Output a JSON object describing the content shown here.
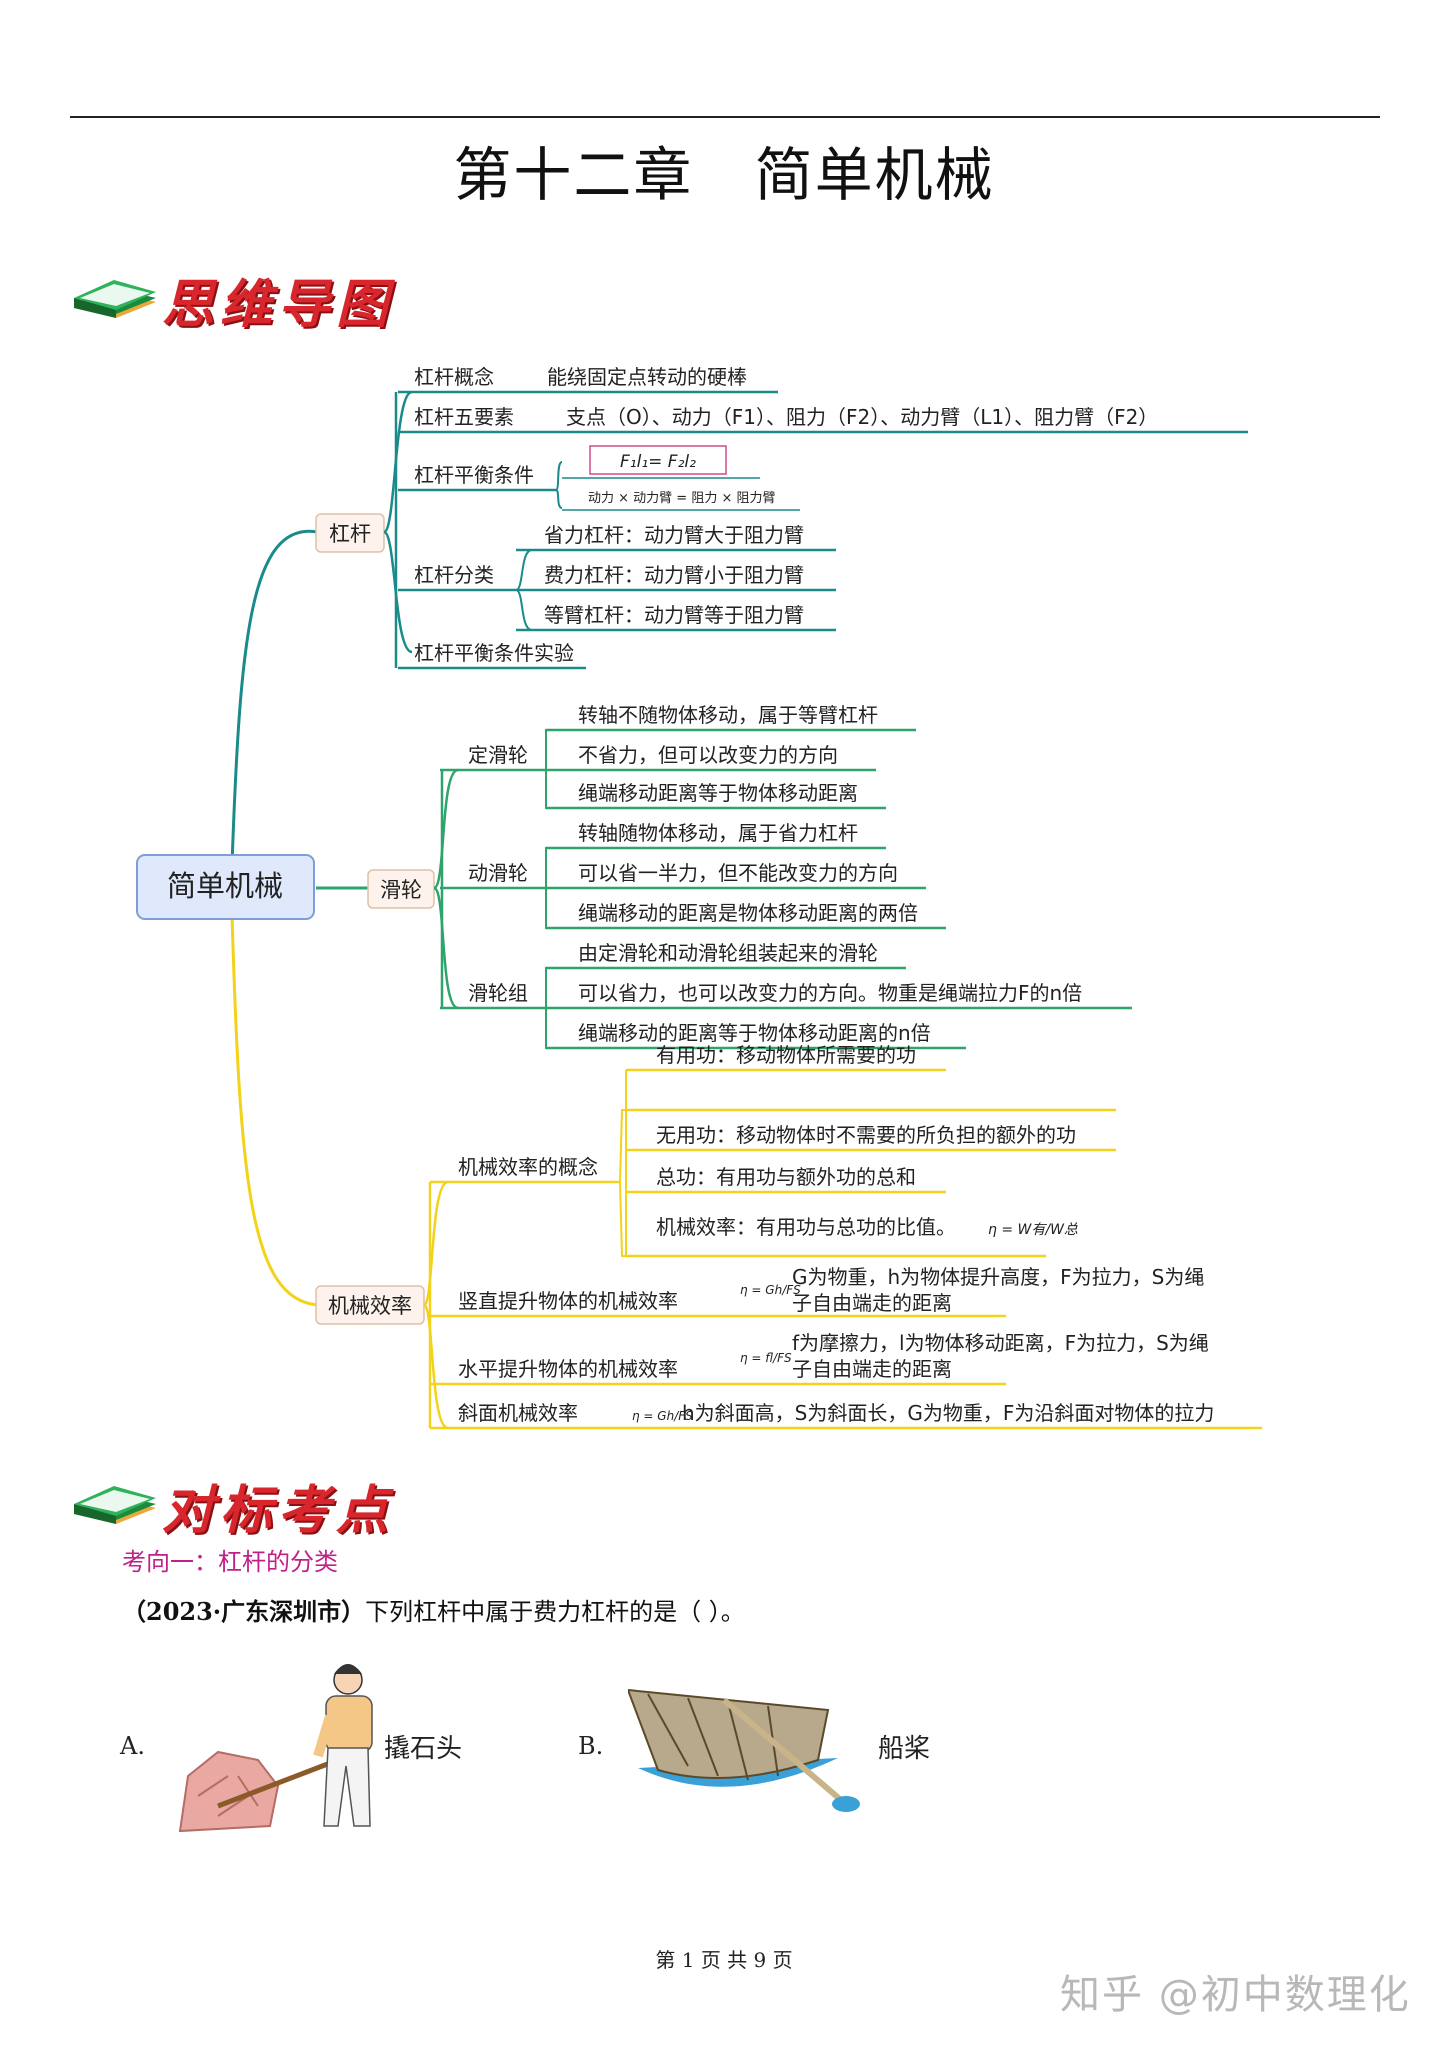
{
  "header": {
    "title": "第十二章   简单机械"
  },
  "sections": {
    "mindmap": "思维导图",
    "points": "对标考点"
  },
  "mindmap": {
    "root": "简单机械",
    "lever": {
      "label": "杠杆",
      "concept_label": "杠杆概念",
      "concept_value": "能绕固定点转动的硬棒",
      "elements_label": "杠杆五要素",
      "elements_value": "支点（O）、动力（F1）、阻力（F2）、动力臂（L1）、阻力臂（F2）",
      "balance_label": "杠杆平衡条件",
      "balance_formula": "F₁l₁= F₂l₂",
      "balance_words": "动力 × 动力臂 = 阻力 × 阻力臂",
      "class_label": "杠杆分类",
      "class_items": [
        "省力杠杆：动力臂大于阻力臂",
        "费力杠杆：动力臂小于阻力臂",
        "等臂杠杆：动力臂等于阻力臂"
      ],
      "experiment_label": "杠杆平衡条件实验"
    },
    "pulley": {
      "label": "滑轮",
      "fixed_label": "定滑轮",
      "fixed_items": [
        "转轴不随物体移动，属于等臂杠杆",
        "不省力，但可以改变力的方向",
        "绳端移动距离等于物体移动距离"
      ],
      "movable_label": "动滑轮",
      "movable_items": [
        "转轴随物体移动，属于省力杠杆",
        "可以省一半力，但不能改变力的方向",
        "绳端移动的距离是物体移动距离的两倍"
      ],
      "block_label": "滑轮组",
      "block_items": [
        "由定滑轮和动滑轮组装起来的滑轮",
        "可以省力，也可以改变力的方向。物重是绳端拉力F的n倍",
        "绳端移动的距离等于物体移动距离的n倍"
      ]
    },
    "efficiency": {
      "label": "机械效率",
      "concept_label": "机械效率的概念",
      "concept_items": [
        "有用功：移动物体所需要的功",
        "无用功：移动物体时不需要的所负担的额外的功",
        "总功：有用功与额外功的总和",
        "机械效率：有用功与总功的比值。"
      ],
      "eta_formula": "η = W有/W总",
      "vertical_label": "竖直提升物体的机械效率",
      "vertical_formula": "η = Gh/FS",
      "vertical_desc_1": "G为物重，h为物体提升高度，F为拉力，S为绳",
      "vertical_desc_2": "子自由端走的距离",
      "horizontal_label": "水平提升物体的机械效率",
      "horizontal_formula": "η = fl/FS",
      "horizontal_desc_1": "f为摩擦力，l为物体移动距离，F为拉力，S为绳",
      "horizontal_desc_2": "子自由端走的距离",
      "slope_label": "斜面机械效率",
      "slope_formula": "η = Gh/FS",
      "slope_desc": "h为斜面高，S为斜面长，G为物重，F为沿斜面对物体的拉力"
    }
  },
  "question": {
    "category": "考向一：杠杆的分类",
    "source": "（2023·广东深圳市）",
    "stem": "下列杠杆中属于费力杠杆的是（    ）。",
    "options": [
      {
        "letter": "A.",
        "text": "撬石头"
      },
      {
        "letter": "B.",
        "text": "船桨"
      }
    ]
  },
  "footer": {
    "page": "第  1  页  共  9  页"
  },
  "watermark": "知乎 @初中数理化",
  "colors": {
    "lever_branch": "#1a8a8a",
    "pulley_branch": "#2ea36c",
    "efficiency_branch": "#f3d21a",
    "root_fill": "#dfe9fb",
    "root_border": "#7d9fd6",
    "title_red": "#d9262c"
  }
}
